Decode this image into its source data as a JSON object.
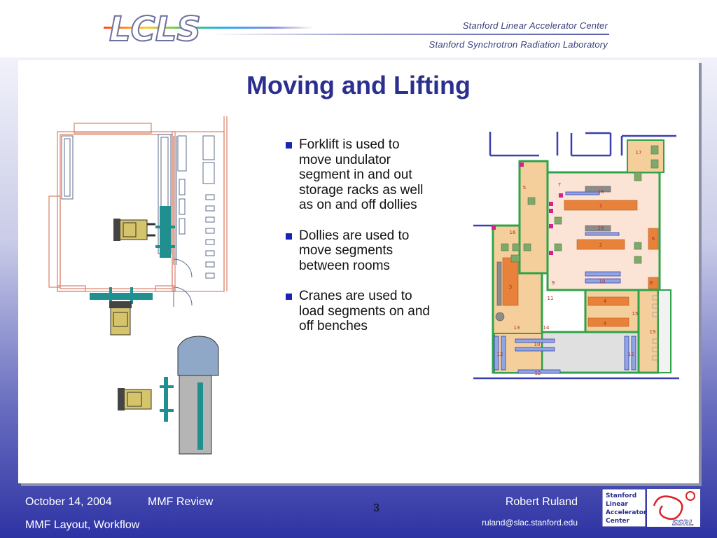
{
  "header": {
    "logo_text": "LCLS",
    "org_line1": "Stanford Linear Accelerator Center",
    "org_line2": "Stanford Synchrotron Radiation Laboratory"
  },
  "slide": {
    "title": "Moving and Lifting",
    "bullets": [
      "Forklift is used to move undulator segment in and out storage racks as well as on and off dollies",
      "Dollies are used to move segments between rooms",
      "Cranes are used to load segments on and off benches"
    ]
  },
  "floorplan": {
    "room_numbers": [
      "17",
      "5",
      "7",
      "18",
      "1",
      "18",
      "2",
      "16",
      "6",
      "3",
      "9",
      "10",
      "8",
      "4",
      "11",
      "4",
      "15",
      "13",
      "14",
      "10",
      "12",
      "12",
      "12",
      "19"
    ]
  },
  "footer": {
    "date": "October 14, 2004",
    "event": "MMF Review",
    "subtitle": "MMF Layout, Workflow",
    "page_number": "3",
    "author": "Robert Ruland",
    "email": "ruland@slac.stanford.edu",
    "ssrl_logo_lines": [
      "Stanford",
      "Linear",
      "Accelerator",
      "Center"
    ],
    "ssrl_tag": "SSRL"
  },
  "colors": {
    "title": "#2b2f8f",
    "bullet_marker": "#1b22b8",
    "background_bottom": "#2e33a4",
    "teal_equipment": "#1f8f8f",
    "room_wall": "#3a3fb0",
    "room_green": "#2fa34a"
  }
}
